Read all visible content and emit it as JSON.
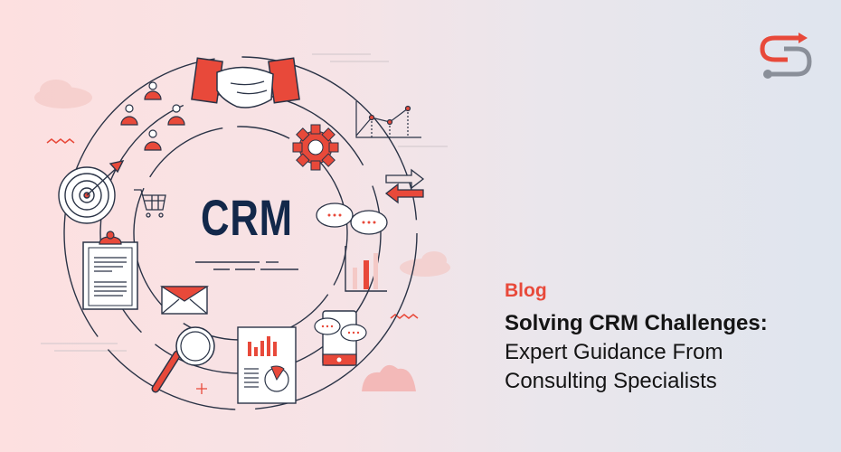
{
  "hero": {
    "category_tag": "Blog",
    "title_bold": "Solving CRM Challenges:",
    "title_line_2": "Expert Guidance From",
    "title_line_3": "Consulting Specialists"
  },
  "illustration": {
    "center_label": "CRM",
    "icons": [
      "handshake-icon",
      "people-network-icon",
      "target-icon",
      "shopping-cart-icon",
      "clipboard-icon",
      "envelope-icon",
      "magnifier-icon",
      "report-icon",
      "mobile-chat-icon",
      "bar-chart-icon",
      "chat-bubbles-icon",
      "arrows-exchange-icon",
      "gear-icon",
      "line-chart-icon"
    ]
  },
  "brand": {
    "logo": "s-arrow-logo-icon",
    "accent_color": "#e8493a",
    "secondary_color": "#8a8f99",
    "navy_color": "#13284a"
  }
}
